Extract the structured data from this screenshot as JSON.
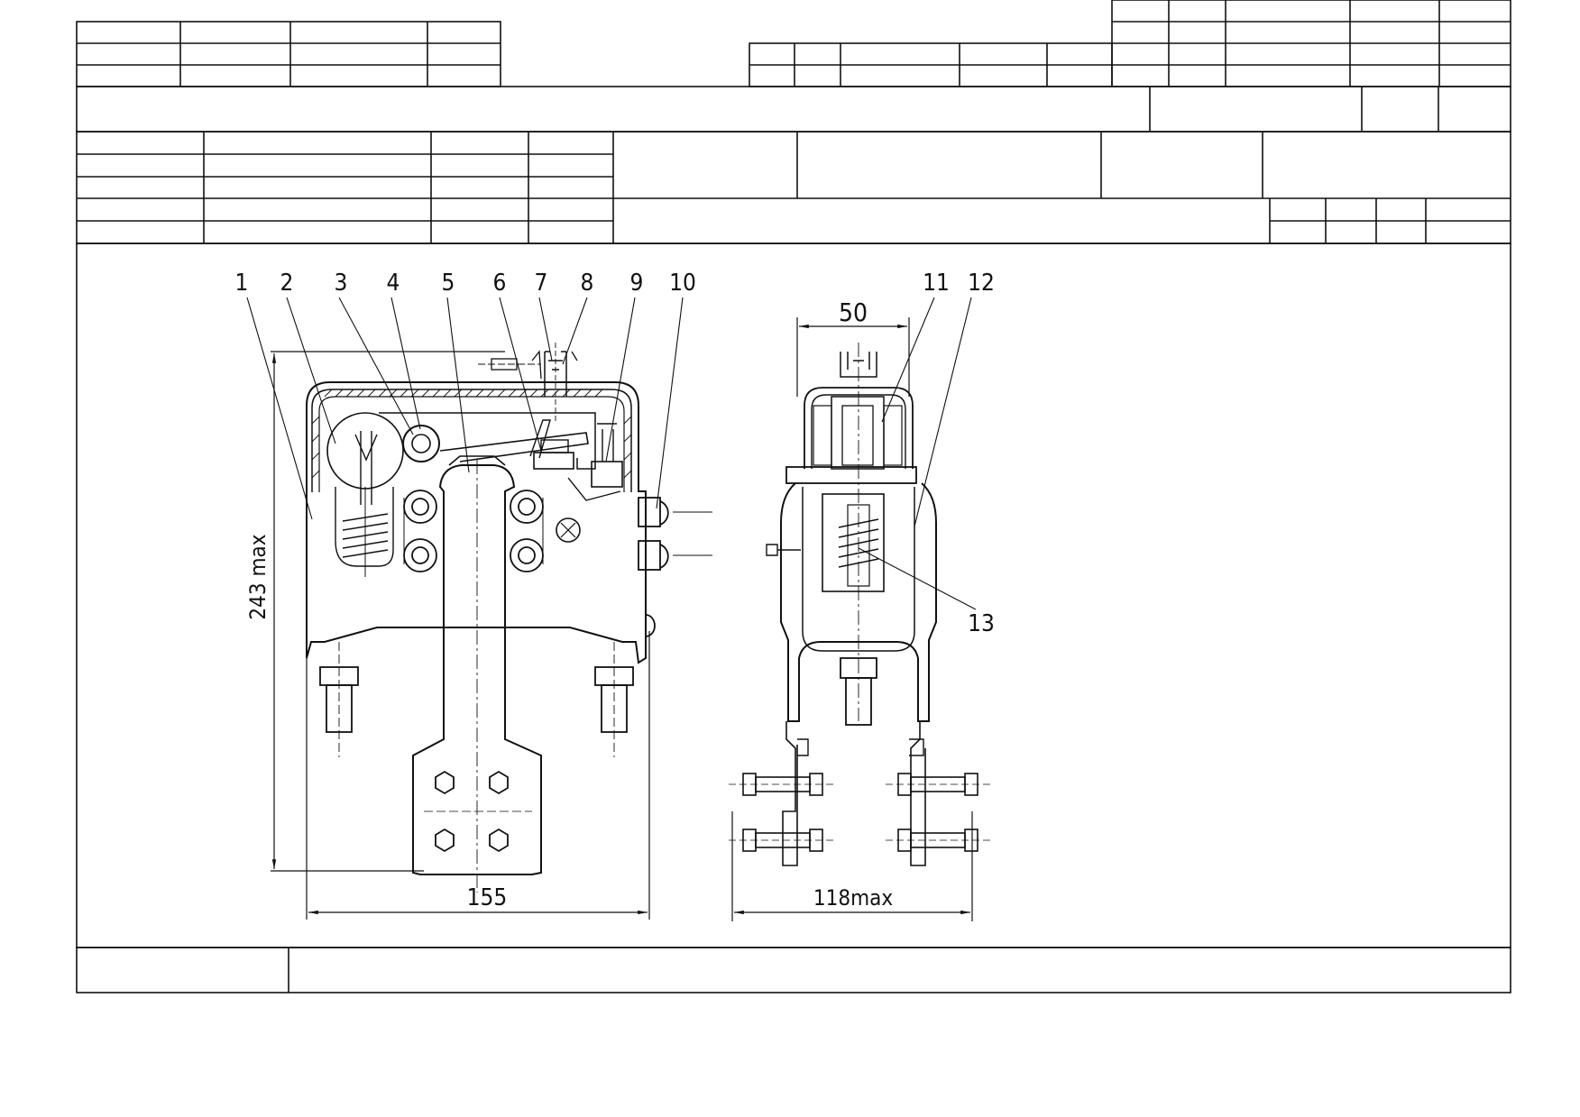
{
  "drawing": {
    "leaders": [
      "1",
      "2",
      "3",
      "4",
      "5",
      "6",
      "7",
      "8",
      "9",
      "10",
      "11",
      "12",
      "13"
    ],
    "dimensions": {
      "height_front": "243 max",
      "width_front": "155",
      "width_side_top": "50",
      "width_side_bottom": "118max"
    }
  },
  "colors": {
    "line": "#111111",
    "paper": "#ffffff"
  }
}
